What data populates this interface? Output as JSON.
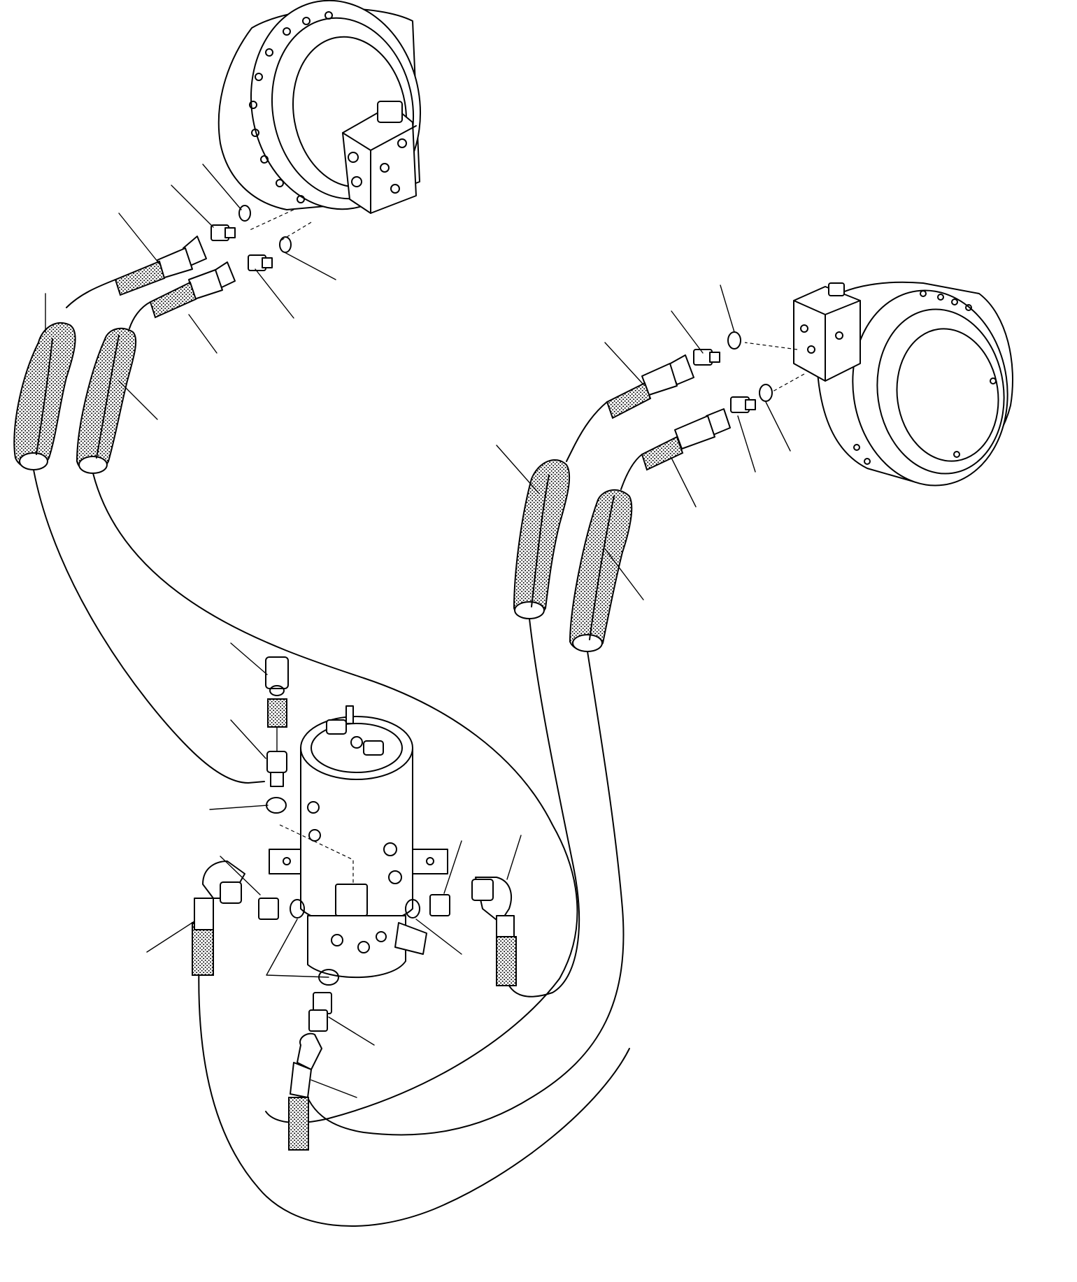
{
  "diagram": {
    "type": "exploded hydraulic parts diagram",
    "components": [
      "travel-motor-left",
      "travel-motor-right",
      "swivel-joint",
      "hoses",
      "fittings",
      "o-rings",
      "leader-lines"
    ],
    "labels": []
  }
}
